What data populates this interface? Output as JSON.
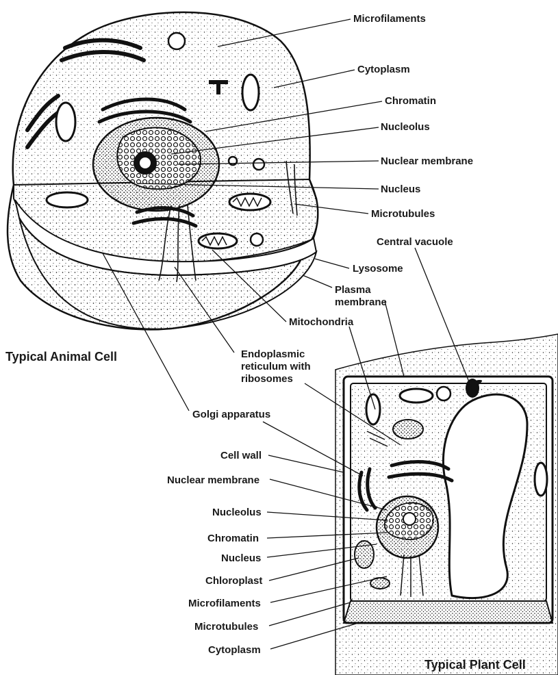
{
  "animal": {
    "title": "Typical Animal Cell",
    "labels": {
      "microfilaments": "Microfilaments",
      "cytoplasm": "Cytoplasm",
      "chromatin": "Chromatin",
      "nucleolus": "Nucleolus",
      "nuclear_membrane": "Nuclear membrane",
      "nucleus": "Nucleus",
      "microtubules": "Microtubules",
      "lysosome": "Lysosome",
      "plasma_membrane_1": "Plasma",
      "plasma_membrane_2": "membrane",
      "mitochondria": "Mitochondria",
      "er_1": "Endoplasmic",
      "er_2": "reticulum with",
      "er_3": "ribosomes",
      "golgi": "Golgi apparatus"
    }
  },
  "plant": {
    "title": "Typical Plant Cell",
    "labels": {
      "central_vacuole": "Central vacuole",
      "cell_wall": "Cell wall",
      "nuclear_membrane": "Nuclear membrane",
      "nucleolus": "Nucleolus",
      "chromatin": "Chromatin",
      "nucleus": "Nucleus",
      "chloroplast": "Chloroplast",
      "microfilaments": "Microfilaments",
      "microtubules": "Microtubules",
      "cytoplasm": "Cytoplasm"
    }
  }
}
